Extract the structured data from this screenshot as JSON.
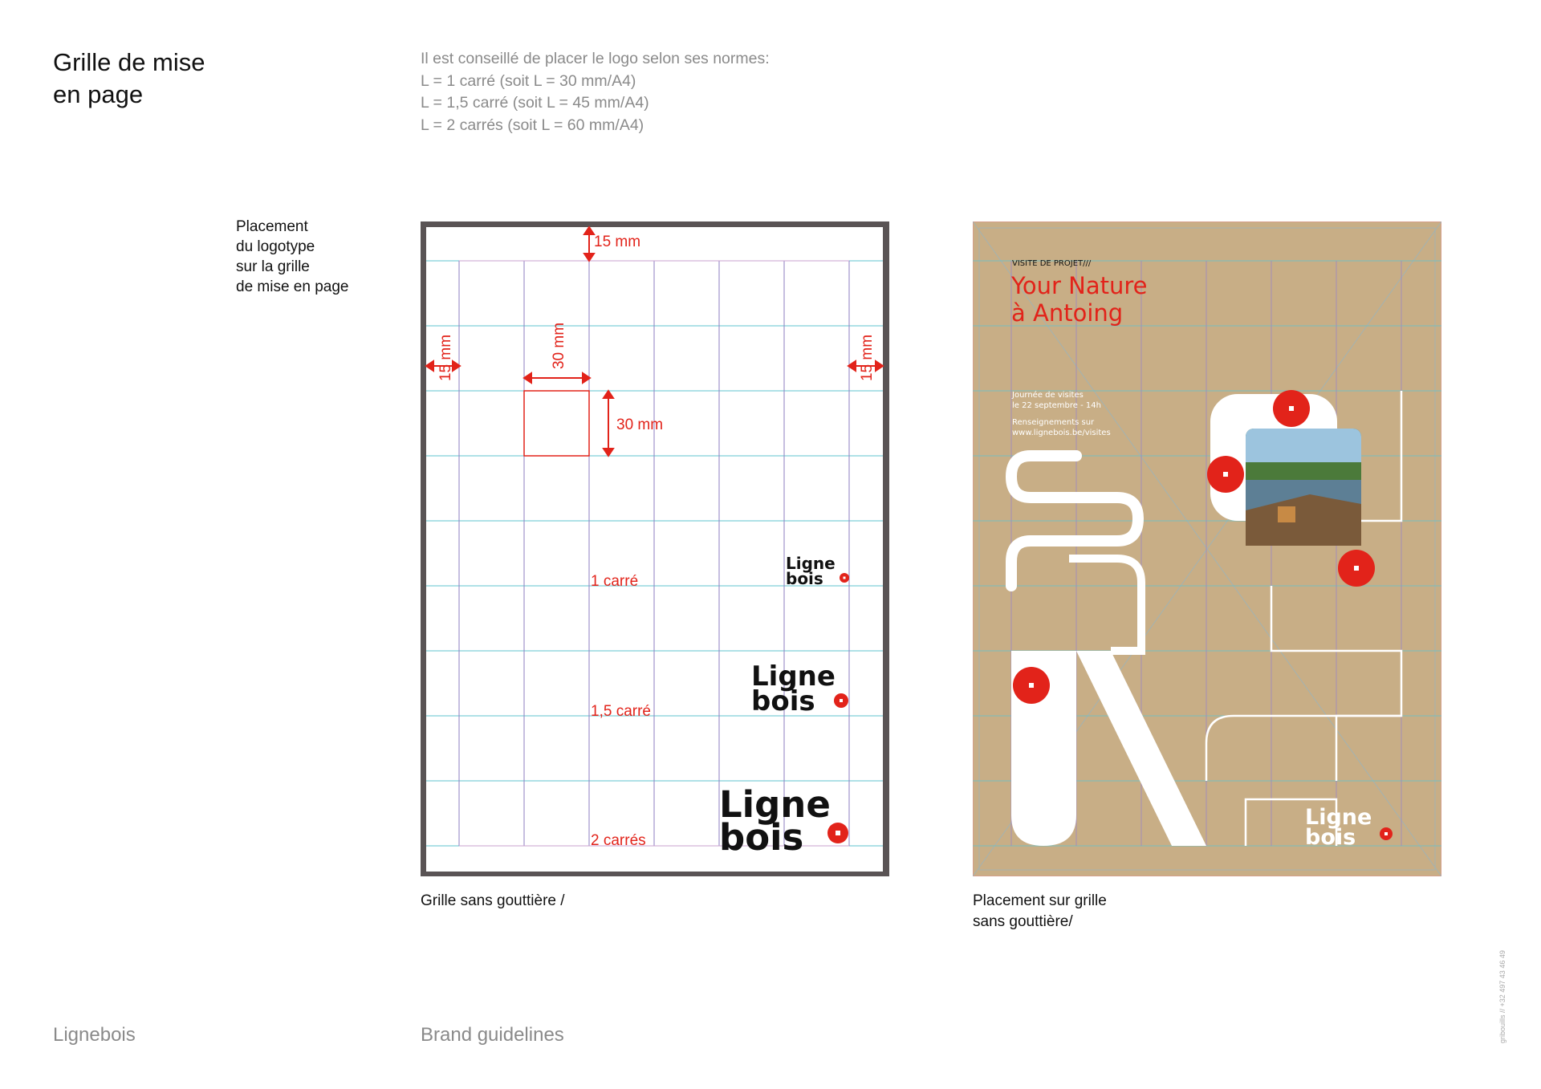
{
  "header": {
    "title_line1": "Grille de mise",
    "title_line2": "en page",
    "intro": [
      "Il est conseillé de placer le logo selon ses normes:",
      "L = 1 carré (soit L = 30 mm/A4)",
      "L = 1,5 carré (soit L = 45 mm/A4)",
      "L = 2 carrés (soit L = 60 mm/A4)"
    ]
  },
  "side_label": "Placement\ndu logotype\nsur la grille\nde mise en page",
  "grid_panel": {
    "dim_top": "15 mm",
    "dim_left": "15 mm",
    "dim_right": "15 mm",
    "dim_square_width": "30 mm",
    "dim_square_height": "30 mm",
    "size_1": "1 carré",
    "size_15": "1,5 carré",
    "size_2": "2 carrés",
    "caption": "Grille sans gouttière /"
  },
  "logo": {
    "line1": "Ligne",
    "line2": "bois"
  },
  "poster": {
    "kicker": "VISITE DE PROJET///",
    "headline_line1": "Your Nature",
    "headline_line2": "à Antoing",
    "info_line1": "Journée de visites",
    "info_line2": "le 22 septembre - 14h",
    "info_line3": "Renseignements sur",
    "info_line4": "www.lignebois.be/visites",
    "caption": "Placement sur grille\nsans gouttière/"
  },
  "footer": {
    "brand": "Lignebois",
    "doc": "Brand guidelines",
    "credit": "gribouills // +32 497 43 46 49"
  },
  "colors": {
    "accent_red": "#e2231a",
    "kraft": "#c8ae86",
    "grid_blue": "#5fc3cf",
    "grid_purple": "#8c7ec0"
  }
}
